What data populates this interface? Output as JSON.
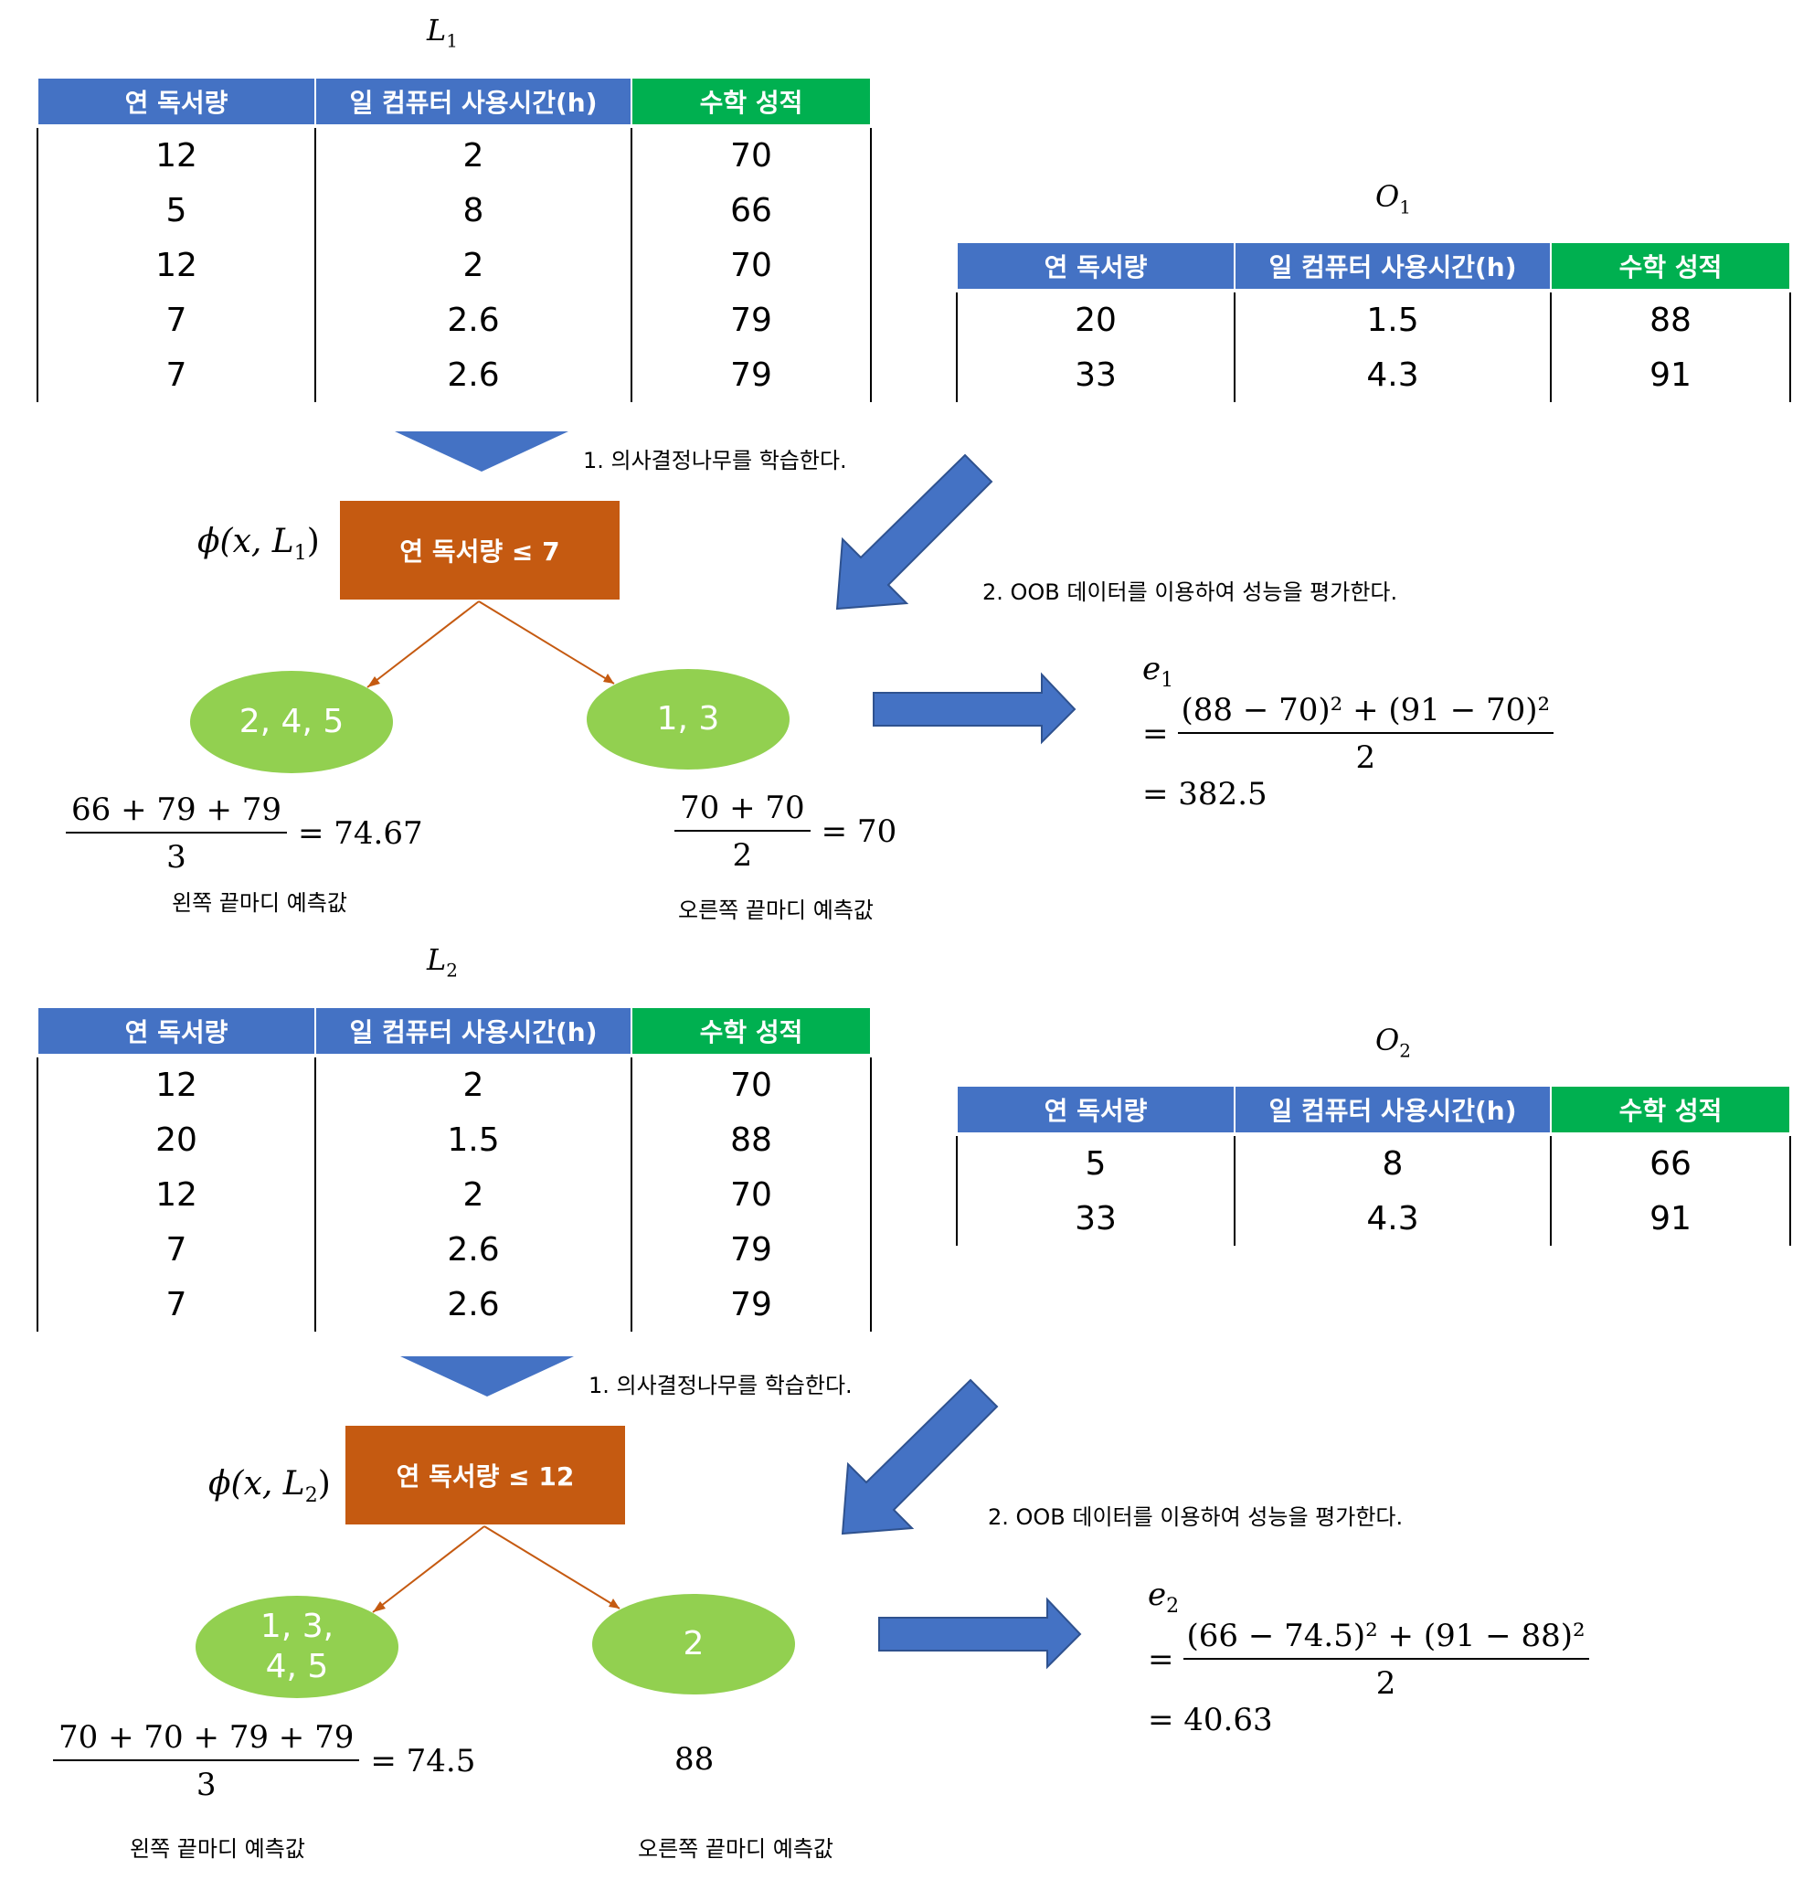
{
  "headers": [
    "연 독서량",
    "일 컴퓨터 사용시간(h)",
    "수학 성적"
  ],
  "colors": {
    "header_blue": "#4472c4",
    "header_green": "#00b050",
    "root_node": "#c55a11",
    "leaf_node": "#92d050",
    "arrow_blue": "#4472c4",
    "edge": "#c55a11"
  },
  "steps": {
    "train": "1. 의사결정나무를 학습한다.",
    "evaluate": "2. OOB 데이터를 이용하여 성능을 평가한다."
  },
  "captions": {
    "left": "왼쪽 끝마디 예측값",
    "right": "오른쪽 끝마디 예측값"
  },
  "blocks": [
    {
      "train_name": "L",
      "train_sub": "1",
      "oob_name": "O",
      "oob_sub": "1",
      "train_rows": [
        [
          "12",
          "2",
          "70"
        ],
        [
          "5",
          "8",
          "66"
        ],
        [
          "12",
          "2",
          "70"
        ],
        [
          "7",
          "2.6",
          "79"
        ],
        [
          "7",
          "2.6",
          "79"
        ]
      ],
      "oob_rows": [
        [
          "20",
          "1.5",
          "88"
        ],
        [
          "33",
          "4.3",
          "91"
        ]
      ],
      "tree_label": "ϕ(x, L",
      "tree_sub": "1",
      "root": "연 독서량 ≤ 7",
      "left_leaf": "2, 4, 5",
      "right_leaf": "1, 3",
      "left_num": "66 + 79 + 79",
      "left_den": "3",
      "left_result": "= 74.67",
      "right_num": "70 + 70",
      "right_den": "2",
      "right_result": "= 70",
      "right_plain": "",
      "err_name": "e",
      "err_sub": "1",
      "err_num": "(88 − 70)² + (91 − 70)²",
      "err_den": "2",
      "err_result": "= 382.5"
    },
    {
      "train_name": "L",
      "train_sub": "2",
      "oob_name": "O",
      "oob_sub": "2",
      "train_rows": [
        [
          "12",
          "2",
          "70"
        ],
        [
          "20",
          "1.5",
          "88"
        ],
        [
          "12",
          "2",
          "70"
        ],
        [
          "7",
          "2.6",
          "79"
        ],
        [
          "7",
          "2.6",
          "79"
        ]
      ],
      "oob_rows": [
        [
          "5",
          "8",
          "66"
        ],
        [
          "33",
          "4.3",
          "91"
        ]
      ],
      "tree_label": "ϕ(x, L",
      "tree_sub": "2",
      "root": "연 독서량 ≤ 12",
      "left_leaf": "1, 3,\n4, 5",
      "right_leaf": "2",
      "left_num": "70 + 70 + 79 + 79",
      "left_den": "3",
      "left_result": "= 74.5",
      "right_num": "",
      "right_den": "",
      "right_result": "",
      "right_plain": "88",
      "err_name": "e",
      "err_sub": "2",
      "err_num": "(66 − 74.5)² + (91 − 88)²",
      "err_den": "2",
      "err_result": "= 40.63"
    }
  ]
}
